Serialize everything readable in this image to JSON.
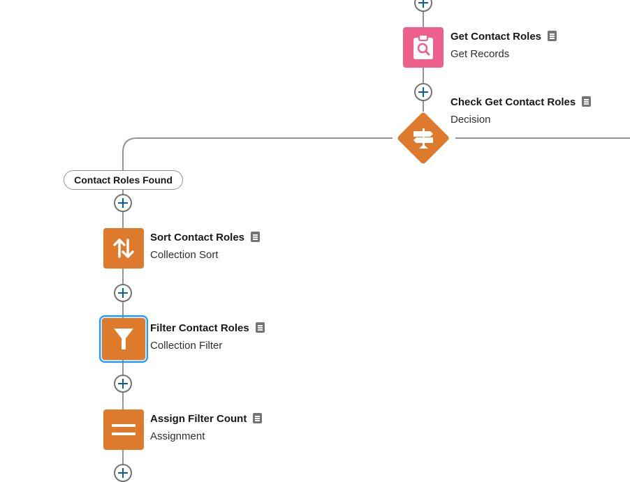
{
  "nodes": {
    "get_contact_roles": {
      "title": "Get Contact Roles",
      "subtitle": "Get Records",
      "color": "#ef5f8c",
      "icon": "record-lookup-icon"
    },
    "check_get_contact_roles": {
      "title": "Check Get Contact Roles",
      "subtitle": "Decision",
      "color": "#dd7a2b",
      "icon": "decision-icon"
    },
    "sort_contact_roles": {
      "title": "Sort Contact Roles",
      "subtitle": "Collection Sort",
      "color": "#dd7a2b",
      "icon": "sort-icon"
    },
    "filter_contact_roles": {
      "title": "Filter Contact Roles",
      "subtitle": "Collection Filter",
      "color": "#dd7a2b",
      "icon": "filter-icon",
      "selected": true
    },
    "assign_filter_count": {
      "title": "Assign Filter Count",
      "subtitle": "Assignment",
      "color": "#dd7a2b",
      "icon": "assignment-icon"
    }
  },
  "branch": {
    "label": "Contact Roles Found"
  },
  "colors": {
    "connector": "#939393",
    "plus_icon": "#0b5cab",
    "selection": "#1b96ff"
  }
}
